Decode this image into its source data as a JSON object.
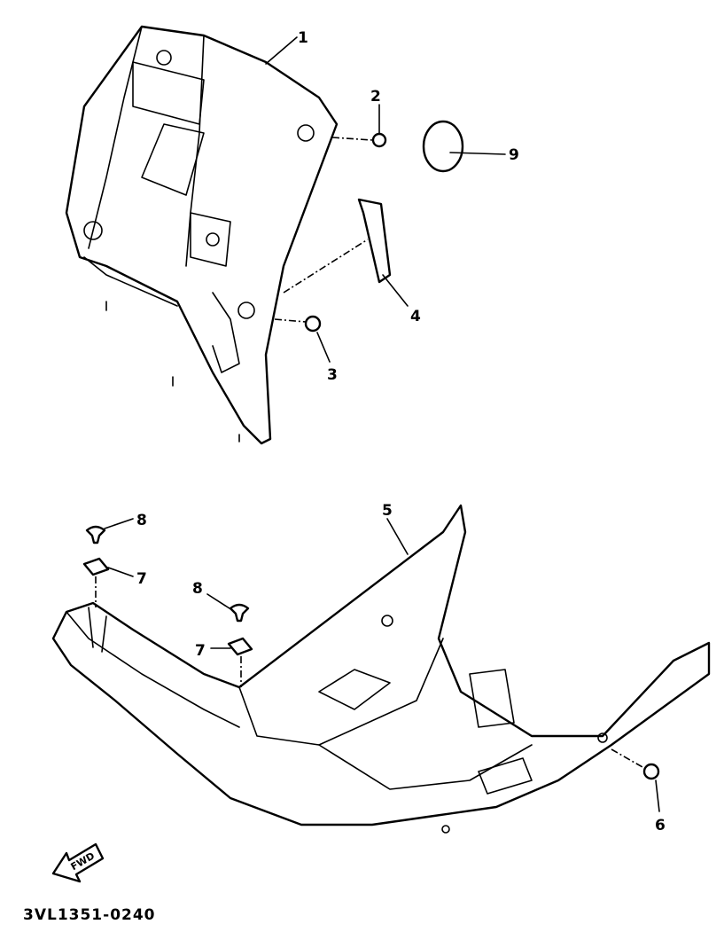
{
  "diagram": {
    "callouts": [
      {
        "id": "1",
        "label": "1"
      },
      {
        "id": "2",
        "label": "2"
      },
      {
        "id": "9",
        "label": "9"
      },
      {
        "id": "4",
        "label": "4"
      },
      {
        "id": "3",
        "label": "3"
      },
      {
        "id": "8a",
        "label": "8"
      },
      {
        "id": "7a",
        "label": "7"
      },
      {
        "id": "8b",
        "label": "8"
      },
      {
        "id": "7b",
        "label": "7"
      },
      {
        "id": "5",
        "label": "5"
      },
      {
        "id": "6",
        "label": "6"
      }
    ],
    "direction_arrow": "FWD",
    "drawing_code": "3VL1351-0240"
  }
}
